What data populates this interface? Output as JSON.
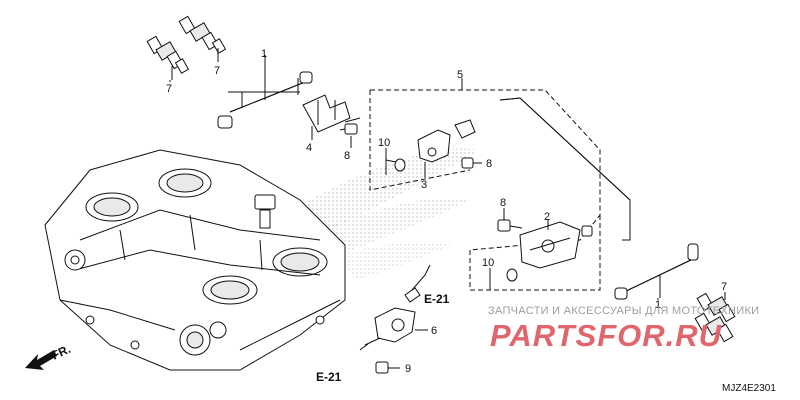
{
  "callouts": {
    "c1": "1",
    "c2": "2",
    "c3": "3",
    "c4": "4",
    "c5": "5",
    "c6": "6",
    "c7": "7",
    "c8": "8",
    "c9": "9",
    "c10": "10"
  },
  "references": {
    "e21": "E-21"
  },
  "direction": {
    "front": "FR."
  },
  "diagram_code": "MJZ4E2301",
  "watermark": {
    "caption": "ЗАПЧАСТИ И АКСЕССУАРЫ ДЛЯ МОТОТЕХНИКИ",
    "logo": "PARTSFOR.RU"
  },
  "colors": {
    "line": "#111111",
    "watermark_logo": "#e0666d",
    "watermark_text": "#9e9e9e"
  }
}
